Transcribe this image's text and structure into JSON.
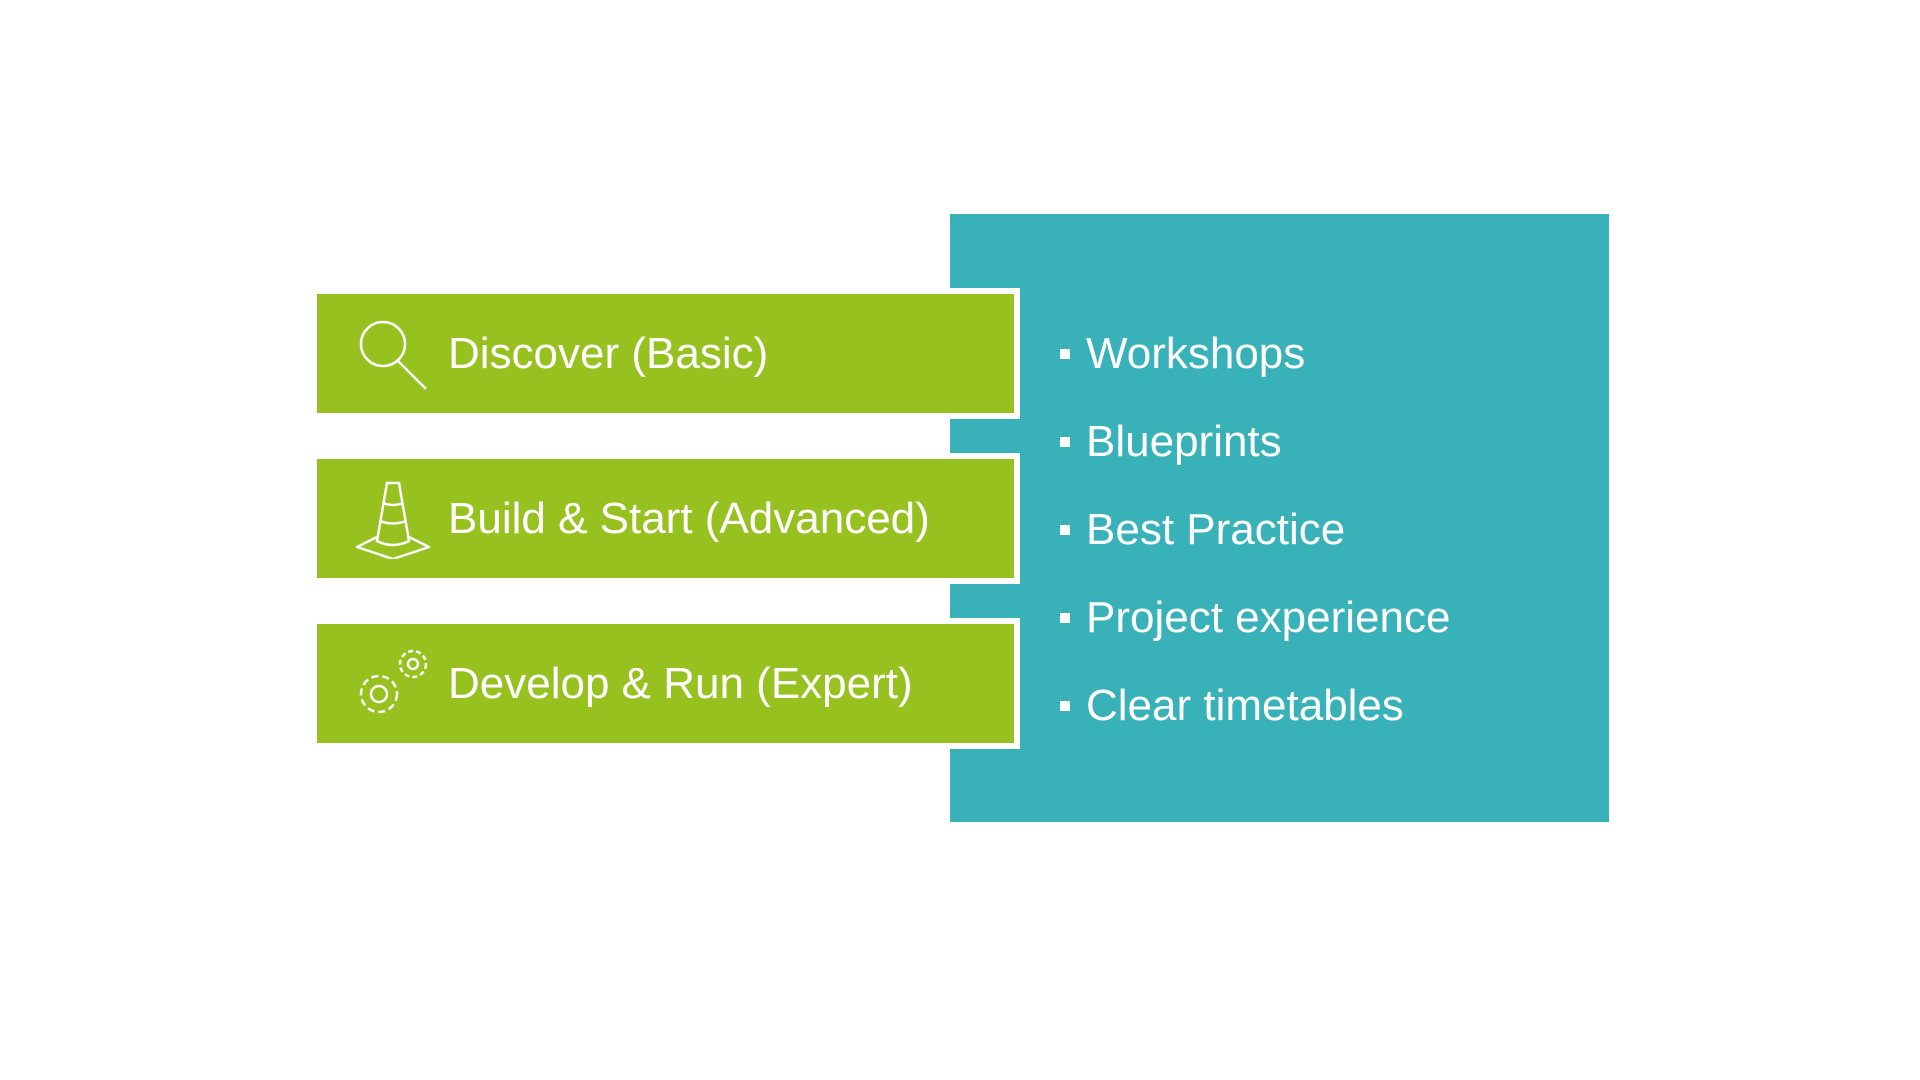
{
  "levels": [
    {
      "label": "Discover (Basic)",
      "icon": "magnifier-icon"
    },
    {
      "label": "Build & Start (Advanced)",
      "icon": "traffic-cone-icon"
    },
    {
      "label": "Develop & Run (Expert)",
      "icon": "gears-icon"
    }
  ],
  "offerings": [
    "Workshops",
    "Blueprints",
    "Best Practice",
    "Project experience",
    "Clear timetables"
  ],
  "colors": {
    "green": "#97C11F",
    "teal": "#38B1B9"
  }
}
